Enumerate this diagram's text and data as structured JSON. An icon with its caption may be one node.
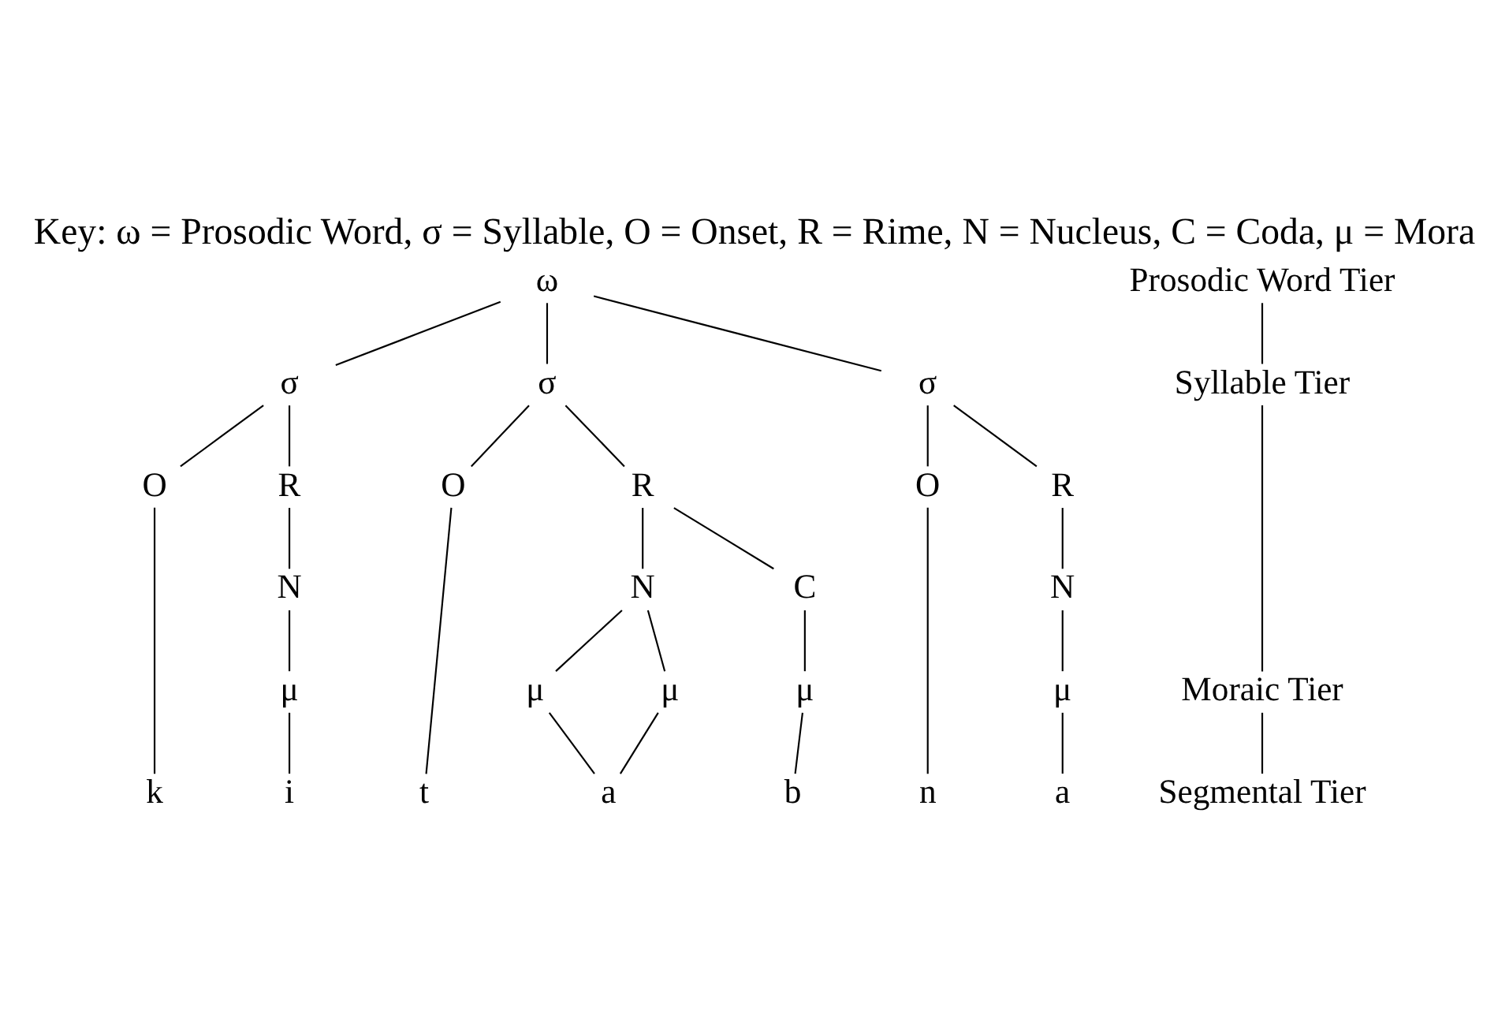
{
  "diagram": {
    "title": "Key: ω = Prosodic Word, σ = Syllable, O = Onset, R = Rime, N = Nucleus, C = Coda, μ = Mora",
    "nodes": [
      {
        "text": [
          "ω"
        ]
      },
      {
        "text": [
          "σ"
        ]
      },
      {
        "text": [
          "σ"
        ]
      },
      {
        "text": [
          "σ"
        ]
      },
      {
        "text": [
          "O"
        ]
      },
      {
        "text": [
          "R"
        ]
      },
      {
        "text": [
          "O"
        ]
      },
      {
        "text": [
          "R"
        ]
      },
      {
        "text": [
          "O"
        ]
      },
      {
        "text": [
          "R"
        ]
      },
      {
        "text": [
          "N"
        ]
      },
      {
        "text": [
          "N"
        ]
      },
      {
        "text": [
          "C"
        ]
      },
      {
        "text": [
          "N"
        ]
      },
      {
        "text": [
          "μ"
        ]
      },
      {
        "text": [
          "μ"
        ]
      },
      {
        "text": [
          "μ"
        ]
      },
      {
        "text": [
          "μ"
        ]
      },
      {
        "text": [
          "μ"
        ]
      },
      {
        "text": [
          "k"
        ]
      },
      {
        "text": [
          "i"
        ]
      },
      {
        "text": [
          "t"
        ]
      },
      {
        "text": [
          "a"
        ]
      },
      {
        "text": [
          "b"
        ]
      },
      {
        "text": [
          "n"
        ]
      },
      {
        "text": [
          "a"
        ]
      },
      {
        "text": [
          "Prosodic Word Tier"
        ]
      },
      {
        "text": [
          "Syllable Tier"
        ]
      },
      {
        "text": [
          "Moraic Tier"
        ]
      },
      {
        "text": [
          "Segmental Tier"
        ]
      }
    ],
    "edges": [
      {
        "from": 0,
        "to": 1,
        "arrow": "none"
      },
      {
        "from": 0,
        "to": 2,
        "arrow": "none"
      },
      {
        "from": 0,
        "to": 3,
        "arrow": "none"
      },
      {
        "from": 1,
        "to": 4,
        "arrow": "none"
      },
      {
        "from": 1,
        "to": 5,
        "arrow": "none"
      },
      {
        "from": 2,
        "to": 6,
        "arrow": "none"
      },
      {
        "from": 2,
        "to": 7,
        "arrow": "none"
      },
      {
        "from": 3,
        "to": 8,
        "arrow": "none"
      },
      {
        "from": 3,
        "to": 9,
        "arrow": "none"
      },
      {
        "from": 4,
        "to": 19,
        "arrow": "none"
      },
      {
        "from": 5,
        "to": 10,
        "arrow": "none"
      },
      {
        "from": 10,
        "to": 14,
        "arrow": "none"
      },
      {
        "from": 14,
        "to": 20,
        "arrow": "none"
      },
      {
        "from": 6,
        "to": 21,
        "arrow": "none"
      },
      {
        "from": 7,
        "to": 11,
        "arrow": "none"
      },
      {
        "from": 7,
        "to": 12,
        "arrow": "none"
      },
      {
        "from": 11,
        "to": 15,
        "arrow": "none"
      },
      {
        "from": 11,
        "to": 16,
        "arrow": "none"
      },
      {
        "from": 15,
        "to": 22,
        "arrow": "none"
      },
      {
        "from": 16,
        "to": 22,
        "arrow": "none"
      },
      {
        "from": 12,
        "to": 17,
        "arrow": "none"
      },
      {
        "from": 17,
        "to": 23,
        "arrow": "none"
      },
      {
        "from": 8,
        "to": 24,
        "arrow": "none"
      },
      {
        "from": 9,
        "to": 13,
        "arrow": "none"
      },
      {
        "from": 13,
        "to": 18,
        "arrow": "none"
      },
      {
        "from": 18,
        "to": 25,
        "arrow": "none"
      },
      {
        "from": 26,
        "to": 27,
        "arrow": "none"
      },
      {
        "from": 27,
        "to": 28,
        "arrow": "none"
      },
      {
        "from": 28,
        "to": 29,
        "arrow": "none"
      }
    ]
  }
}
